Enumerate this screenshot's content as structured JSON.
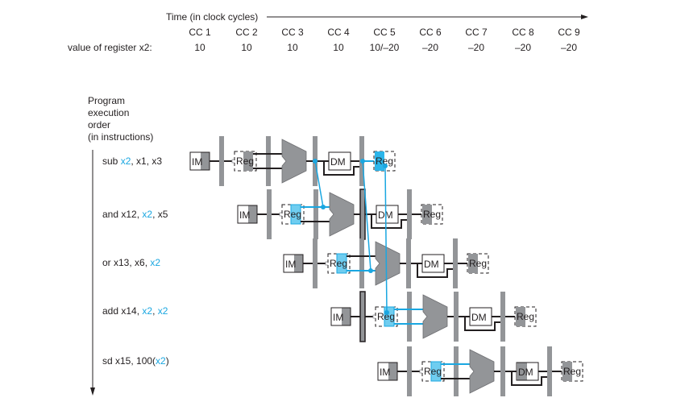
{
  "header": {
    "time_label": "Time (in clock cycles)",
    "register_label": "value of register x2:",
    "cycles": [
      {
        "label": "CC 1",
        "value": "10"
      },
      {
        "label": "CC 2",
        "value": "10"
      },
      {
        "label": "CC 3",
        "value": "10"
      },
      {
        "label": "CC 4",
        "value": "10"
      },
      {
        "label": "CC 5",
        "value": "10/–20"
      },
      {
        "label": "CC 6",
        "value": "–20"
      },
      {
        "label": "CC 7",
        "value": "–20"
      },
      {
        "label": "CC 8",
        "value": "–20"
      },
      {
        "label": "CC 9",
        "value": "–20"
      }
    ]
  },
  "axis": {
    "line1": "Program",
    "line2": "execution",
    "line3": "order",
    "line4": "(in instructions)"
  },
  "instructions": [
    {
      "parts": [
        {
          "t": "sub ",
          "hl": false
        },
        {
          "t": "x2",
          "hl": true
        },
        {
          "t": ", x1, x3",
          "hl": false
        }
      ]
    },
    {
      "parts": [
        {
          "t": "and x12, ",
          "hl": false
        },
        {
          "t": "x2",
          "hl": true
        },
        {
          "t": ", x5",
          "hl": false
        }
      ]
    },
    {
      "parts": [
        {
          "t": "or x13, x6, ",
          "hl": false
        },
        {
          "t": "x2",
          "hl": true
        }
      ]
    },
    {
      "parts": [
        {
          "t": "add x14, ",
          "hl": false
        },
        {
          "t": "x2",
          "hl": true
        },
        {
          "t": ", ",
          "hl": false
        },
        {
          "t": "x2",
          "hl": true
        }
      ]
    },
    {
      "parts": [
        {
          "t": "sd x15, 100(",
          "hl": false
        },
        {
          "t": "x2",
          "hl": true
        },
        {
          "t": ")",
          "hl": false
        }
      ]
    }
  ],
  "stages": {
    "im": "IM",
    "reg": "Reg",
    "dm": "DM"
  },
  "colors": {
    "forward": "#1aa7e1",
    "forward_fill": "#6fcdf0",
    "unit_gray": "#939598",
    "line": "#231f20"
  }
}
